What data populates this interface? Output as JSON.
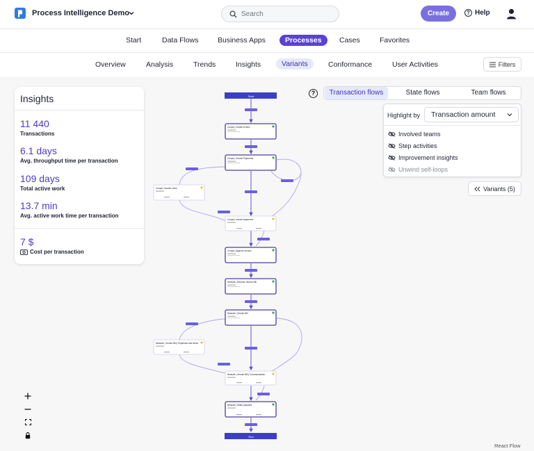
{
  "topbar": {
    "app_title": "Process Intelligence Demo",
    "search_placeholder": "Search",
    "create_label": "Create",
    "help_label": "Help"
  },
  "primary_nav": [
    "Start",
    "Data Flows",
    "Business Apps",
    "Processes",
    "Cases",
    "Favorites"
  ],
  "primary_nav_active": "Processes",
  "secondary_nav": [
    "Overview",
    "Analysis",
    "Trends",
    "Insights",
    "Variants",
    "Conformance",
    "User Activities"
  ],
  "secondary_nav_active": "Variants",
  "filters_label": "Filters",
  "insights": {
    "title": "Insights",
    "metrics": [
      {
        "value": "11 440",
        "label": "Transactions"
      },
      {
        "value": "6.1 days",
        "label": "Avg. throughput time per transaction"
      },
      {
        "value": "109 days",
        "label": "Total active work"
      },
      {
        "value": "13.7 min",
        "label": "Avg. active work time per transaction"
      }
    ],
    "cost": {
      "value": "7 $",
      "label": "Cost per transaction"
    }
  },
  "flow_tabs": [
    "Transaction flows",
    "State flows",
    "Team flows"
  ],
  "flow_tabs_active": "Transaction flows",
  "highlight": {
    "label": "Highlight by",
    "selected": "Transaction amount",
    "options": [
      "Involved teams",
      "Step activities",
      "Improvement insights",
      "Unwind self-loops"
    ]
  },
  "variants_label": "Variants (5)",
  "react_flow_label": "React Flow",
  "graph": {
    "start_label": "Start",
    "end_label": "End",
    "nodes": [
      {
        "title": "Coupa | Create Invoice",
        "status": "#3aa655"
      },
      {
        "title": "Coupa | Invoice Payments",
        "status": "#3aa655"
      },
      {
        "title": "Coupa | Invoice Lines",
        "status": "#e8c62c"
      },
      {
        "title": "Coupa | Invoice Approvers",
        "status": "#e8c62c"
      },
      {
        "title": "Coupa | Approve Invoice",
        "status": "#3aa655"
      },
      {
        "title": "Netsuite | Receive Vendor Bill",
        "status": "#3aa655"
      },
      {
        "title": "Netsuite | Vendor Bill",
        "status": "#3aa655"
      },
      {
        "title": "Netsuite | Vendor Bill | Expenses and Items",
        "status": "#e8c62c"
      },
      {
        "title": "Netsuite | Vendor Bill | Communication",
        "status": "#e8c62c"
      },
      {
        "title": "Netsuite | Make payment",
        "status": "#3aa655"
      }
    ]
  },
  "colors": {
    "accent": "#5b42d4",
    "accent_light": "#e6e8fb",
    "create_button": "#7b6fe0",
    "metric_value": "#4b3acb",
    "node_border": "#4b3e9c",
    "start_end": "#3b3fc7"
  },
  "icons": {
    "logo": "logo-icon",
    "search": "search-icon",
    "help": "help-circle-icon",
    "user": "user-icon",
    "filters": "sliders-icon",
    "cost": "cash-icon",
    "eye_off": "eye-off-icon",
    "variants": "chevrons-left-icon",
    "zoom_in": "plus-icon",
    "zoom_out": "minus-icon",
    "fit_view": "fit-view-icon",
    "lock": "lock-icon"
  }
}
